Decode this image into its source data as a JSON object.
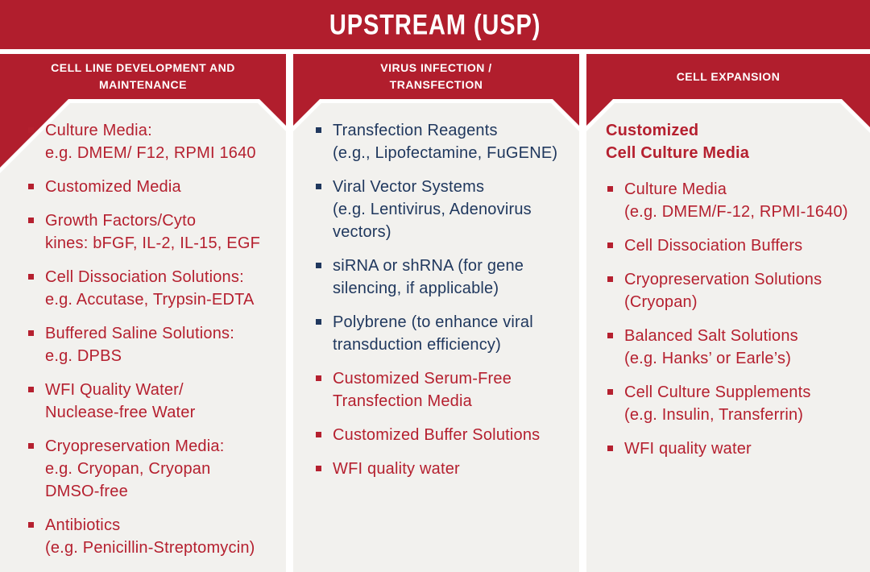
{
  "banner": {
    "title": "UPSTREAM (USP)"
  },
  "colors": {
    "red_panel": "#b11e2d",
    "red_text": "#b5202f",
    "navy_text": "#20385e",
    "panel_background": "#f2f1ee",
    "page_background": "#ffffff",
    "header_text": "#ffffff"
  },
  "columns": [
    {
      "header_lines": [
        "CELL LINE DEVELOPMENT AND",
        "MAINTENANCE"
      ],
      "items": [
        {
          "lines": [
            "Culture Media:",
            "e.g. DMEM/ F12, RPMI 1640"
          ],
          "color": "red"
        },
        {
          "lines": [
            "Customized Media"
          ],
          "color": "red"
        },
        {
          "lines": [
            "Growth Factors/Cyto",
            "kines: bFGF, IL-2, IL-15, EGF"
          ],
          "color": "red"
        },
        {
          "lines": [
            "Cell Dissociation Solutions:",
            "e.g. Accutase, Trypsin-EDTA"
          ],
          "color": "red"
        },
        {
          "lines": [
            "Buffered Saline Solutions:",
            "e.g. DPBS"
          ],
          "color": "red"
        },
        {
          "lines": [
            "WFI Quality Water/",
            "Nuclease-free Water"
          ],
          "color": "red"
        },
        {
          "lines": [
            "Cryopreservation Media:",
            "e.g. Cryopan, Cryopan",
            "DMSO-free"
          ],
          "color": "red"
        },
        {
          "lines": [
            "Antibiotics",
            "(e.g. Penicillin-Streptomycin)"
          ],
          "color": "red"
        }
      ]
    },
    {
      "header_lines": [
        "VIRUS INFECTION /",
        "TRANSFECTION"
      ],
      "items": [
        {
          "lines": [
            "Transfection Reagents",
            "(e.g., Lipofectamine, FuGENE)"
          ],
          "color": "navy"
        },
        {
          "lines": [
            "Viral Vector Systems",
            "(e.g. Lentivirus, Adenovirus",
            "vectors)"
          ],
          "color": "navy"
        },
        {
          "lines": [
            "siRNA or shRNA (for gene",
            "silencing, if applicable)"
          ],
          "color": "navy"
        },
        {
          "lines": [
            "Polybrene (to enhance viral",
            "transduction efficiency)"
          ],
          "color": "navy"
        },
        {
          "lines": [
            "Customized Serum-Free",
            "Transfection Media"
          ],
          "color": "red"
        },
        {
          "lines": [
            "Customized Buffer Solutions"
          ],
          "color": "red"
        },
        {
          "lines": [
            "WFI quality water"
          ],
          "color": "red"
        }
      ]
    },
    {
      "header_lines": [
        "CELL EXPANSION"
      ],
      "intro_lines": [
        "Customized",
        "Cell Culture Media"
      ],
      "items": [
        {
          "lines": [
            "Culture Media",
            "(e.g. DMEM/F-12, RPMI-1640)"
          ],
          "color": "red"
        },
        {
          "lines": [
            "Cell Dissociation Buffers"
          ],
          "color": "red"
        },
        {
          "lines": [
            "Cryopreservation Solutions",
            "(Cryopan)"
          ],
          "color": "red"
        },
        {
          "lines": [
            "Balanced Salt Solutions",
            "(e.g. Hanks’ or Earle’s)"
          ],
          "color": "red"
        },
        {
          "lines": [
            "Cell Culture Supplements",
            "(e.g. Insulin, Transferrin)"
          ],
          "color": "red"
        },
        {
          "lines": [
            "WFI quality water"
          ],
          "color": "red"
        }
      ]
    }
  ]
}
